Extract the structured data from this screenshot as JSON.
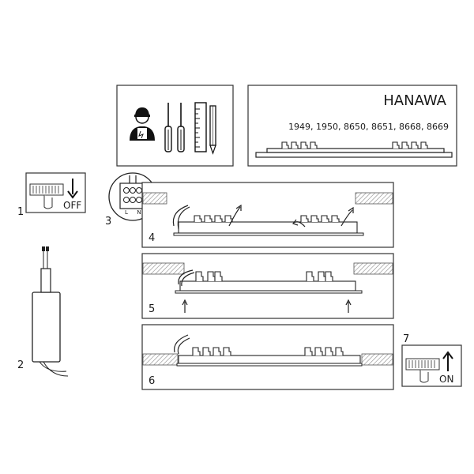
{
  "header": {
    "brand": "HANAWA",
    "models": "1949, 1950, 8650, 8651, 8668, 8669"
  },
  "steps": {
    "s1": "1",
    "s2": "2",
    "s3": "3",
    "s4": "4",
    "s5": "5",
    "s6": "6",
    "s7": "7"
  },
  "switch_off_label": "OFF",
  "switch_on_label": "ON",
  "terminal_labels": {
    "l": "L",
    "n": "N"
  }
}
